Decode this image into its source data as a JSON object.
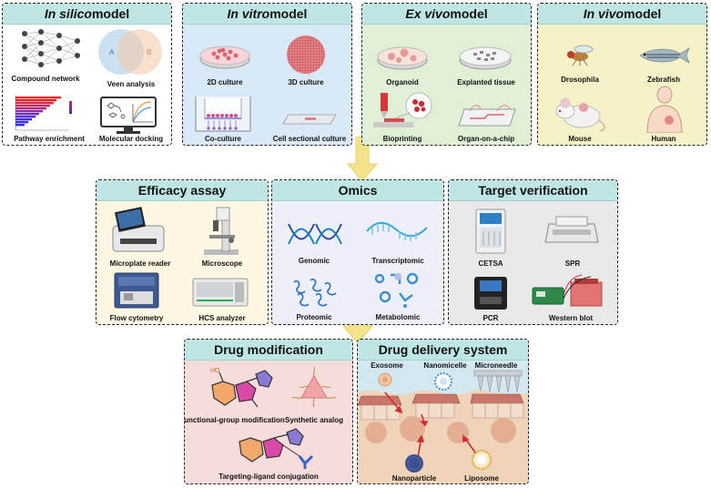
{
  "panels": {
    "in_silico": {
      "title_em": "In silico",
      "title_rest": " model",
      "items": [
        "Compound network",
        "Veen analysis",
        "Pathway enrichment",
        "Molecular docking"
      ],
      "venn_labels": [
        "A",
        "B"
      ]
    },
    "in_vitro": {
      "title_em": "In vitro",
      "title_rest": " model",
      "items": [
        "2D culture",
        "3D culture",
        "Co-culture",
        "Cell sectional culture"
      ]
    },
    "ex_vivo": {
      "title_em": "Ex vivo",
      "title_rest": " model",
      "items": [
        "Organoid",
        "Explanted tissue",
        "Bioprinting",
        "Organ-on-a-chip"
      ]
    },
    "in_vivo": {
      "title_em": "In vivo",
      "title_rest": " model",
      "items": [
        "Drosophila",
        "Zebrafish",
        "Mouse",
        "Human"
      ]
    },
    "efficacy": {
      "title": "Efficacy assay",
      "items": [
        "Microplate reader",
        "Microscope",
        "Flow cytometry",
        "HCS analyzer"
      ]
    },
    "omics": {
      "title": "Omics",
      "items": [
        "Genomic",
        "Transcriptomic",
        "Proteomic",
        "Metabolomic"
      ]
    },
    "target": {
      "title": "Target verification",
      "items": [
        "CETSA",
        "SPR",
        "PCR",
        "Western blot"
      ]
    },
    "drug_mod": {
      "title": "Drug modification",
      "items": [
        "Functional-group modification",
        "Synthetic analog",
        "Targeting-ligand conjugation"
      ],
      "ho_label": "HO"
    },
    "delivery": {
      "title": "Drug delivery system",
      "items": [
        "Exosome",
        "Nanomicelle",
        "Microneedle",
        "Nanoparticle",
        "Liposome"
      ]
    }
  },
  "colors": {
    "header": "#bfe6e4",
    "in_silico_bg": "#ffffff",
    "in_vitro_bg": "#d9e9f7",
    "ex_vivo_bg": "#dff0d6",
    "in_vivo_bg": "#f6f2c8",
    "efficacy_bg": "#fdf7e4",
    "omics_bg": "#edf0f9",
    "target_bg": "#e9e9e9",
    "drug_mod_bg": "#f7dcdc",
    "delivery_bg": "#d4e8f2",
    "arrow": "#f3e38a"
  }
}
